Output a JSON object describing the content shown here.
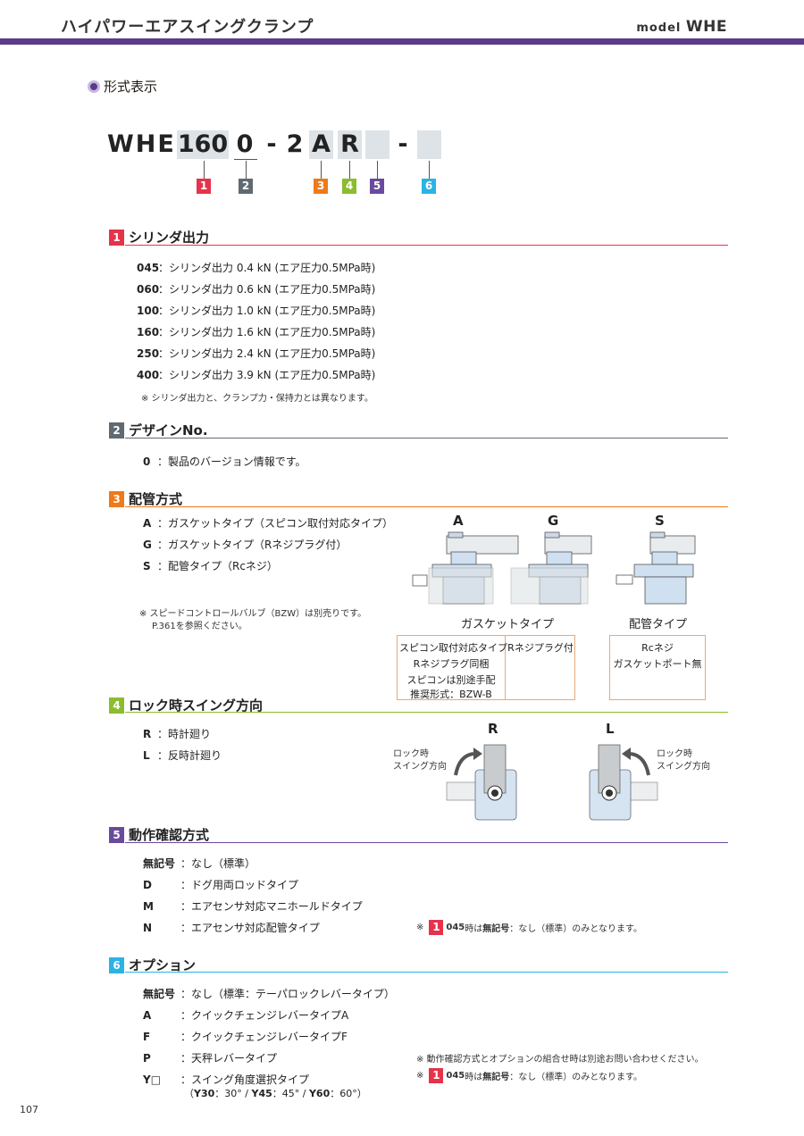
{
  "header": {
    "title": "ハイパワーエアスイングクランプ",
    "model_prefix": "model",
    "model": "WHE"
  },
  "format_heading": "形式表示",
  "model_code": {
    "prefix": "WHE",
    "c1": "160",
    "c2": "0",
    "dash1": "-",
    "c3a": "2",
    "c3": "A",
    "c4": "R",
    "dash2": "-",
    "badges": [
      "1",
      "2",
      "3",
      "4",
      "5",
      "6"
    ]
  },
  "sec1": {
    "num": "1",
    "title": "シリンダ出力",
    "items": [
      {
        "key": "045",
        "text": "：シリンダ出力 0.4 kN (エア圧力0.5MPa時)"
      },
      {
        "key": "060",
        "text": "：シリンダ出力 0.6 kN (エア圧力0.5MPa時)"
      },
      {
        "key": "100",
        "text": "：シリンダ出力 1.0 kN (エア圧力0.5MPa時)"
      },
      {
        "key": "160",
        "text": "：シリンダ出力 1.6 kN (エア圧力0.5MPa時)"
      },
      {
        "key": "250",
        "text": "：シリンダ出力 2.4 kN (エア圧力0.5MPa時)"
      },
      {
        "key": "400",
        "text": "：シリンダ出力 3.9 kN (エア圧力0.5MPa時)"
      }
    ],
    "note": "※ シリンダ出力と、クランプ力・保持力とは異なります。"
  },
  "sec2": {
    "num": "2",
    "title": "デザインNo.",
    "items": [
      {
        "key": "0",
        "text": "：製品のバージョン情報です。"
      }
    ]
  },
  "sec3": {
    "num": "3",
    "title": "配管方式",
    "items": [
      {
        "key": "A",
        "text": "：ガスケットタイプ（スピコン取付対応タイプ）"
      },
      {
        "key": "G",
        "text": "：ガスケットタイプ（Rネジプラグ付）"
      },
      {
        "key": "S",
        "text": "：配管タイプ（Rcネジ）"
      }
    ],
    "note1": "※ スピードコントロールバルブ（BZW）は別売りです。",
    "note2": "P.361を参照ください。",
    "fig_labels": [
      "A",
      "G",
      "S"
    ],
    "cap_gasket": "ガスケットタイプ",
    "cap_piping": "配管タイプ",
    "box_a": [
      "スピコン取付対応タイプ",
      "Rネジプラグ同梱",
      "スピコンは別途手配",
      "推奨形式：BZW-B"
    ],
    "box_g": "Rネジプラグ付",
    "box_s": [
      "Rcネジ",
      "ガスケットポート無"
    ]
  },
  "sec4": {
    "num": "4",
    "title": "ロック時スイング方向",
    "items": [
      {
        "key": "R",
        "text": "：時計廻り"
      },
      {
        "key": "L",
        "text": "：反時計廻り"
      }
    ],
    "fig_labels": [
      "R",
      "L"
    ],
    "lock_text": [
      "ロック時",
      "スイング方向"
    ]
  },
  "sec5": {
    "num": "5",
    "title": "動作確認方式",
    "items": [
      {
        "key": "無記号",
        "text": "：なし（標準）"
      },
      {
        "key": "D",
        "text": "：ドグ用両ロッドタイプ"
      },
      {
        "key": "M",
        "text": "：エアセンサ対応マニホールドタイプ"
      },
      {
        "key": "N",
        "text": "：エアセンサ対応配管タイプ"
      }
    ],
    "note": {
      "pre": "※",
      "badge": "1",
      "bold1": "045",
      "mid": "時は",
      "bold2": "無記号",
      "post": "：なし（標準）のみとなります。"
    }
  },
  "sec6": {
    "num": "6",
    "title": "オプション",
    "items": [
      {
        "key": "無記号",
        "text": "：なし（標準：テーパロックレバータイプ）"
      },
      {
        "key": "A",
        "text": "：クイックチェンジレバータイプA"
      },
      {
        "key": "F",
        "text": "：クイックチェンジレバータイプF"
      },
      {
        "key": "P",
        "text": "：天秤レバータイプ"
      },
      {
        "key": "Y□",
        "text": "：スイング角度選択タイプ"
      }
    ],
    "y_detail": {
      "open": "（",
      "y30": "Y30",
      "y30v": "：30°",
      "sep1": " / ",
      "y45": "Y45",
      "y45v": "：45°",
      "sep2": " / ",
      "y60": "Y60",
      "y60v": "：60°",
      "close": "）"
    },
    "note1": "※ 動作確認方式とオプションの組合せ時は別途お問い合わせください。",
    "note2": {
      "pre": "※",
      "badge": "1",
      "bold1": "045",
      "mid": "時は",
      "bold2": "無記号",
      "post": "：なし（標準）のみとなります。"
    }
  },
  "page_number": "107",
  "colors": {
    "purple": "#5b3b8c",
    "red": "#e5334b",
    "gray": "#5f6a72",
    "orange": "#ee7a1a",
    "green": "#8cbc2f",
    "violet": "#6a4a9c",
    "cyan": "#2bb3e6"
  }
}
